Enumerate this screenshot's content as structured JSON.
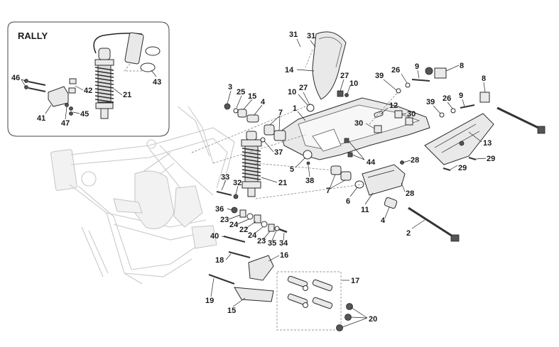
{
  "inset": {
    "title": "RALLY"
  },
  "callouts": [
    {
      "id": "c31a",
      "text": "31"
    },
    {
      "id": "c31b",
      "text": "31"
    },
    {
      "id": "c14",
      "text": "14"
    },
    {
      "id": "c27a",
      "text": "27"
    },
    {
      "id": "c10a",
      "text": "10"
    },
    {
      "id": "c10b",
      "text": "10"
    },
    {
      "id": "c27b",
      "text": "27"
    },
    {
      "id": "c1",
      "text": "1"
    },
    {
      "id": "c39a",
      "text": "39"
    },
    {
      "id": "c26a",
      "text": "26"
    },
    {
      "id": "c9a",
      "text": "9"
    },
    {
      "id": "c8a",
      "text": "8"
    },
    {
      "id": "c8b",
      "text": "8"
    },
    {
      "id": "c39b",
      "text": "39"
    },
    {
      "id": "c26b",
      "text": "26"
    },
    {
      "id": "c9b",
      "text": "9"
    },
    {
      "id": "c12",
      "text": "12"
    },
    {
      "id": "c30a",
      "text": "30"
    },
    {
      "id": "c30b",
      "text": "30"
    },
    {
      "id": "c13",
      "text": "13"
    },
    {
      "id": "c29a",
      "text": "29"
    },
    {
      "id": "c29b",
      "text": "29"
    },
    {
      "id": "c44",
      "text": "44"
    },
    {
      "id": "c28a",
      "text": "28"
    },
    {
      "id": "c28b",
      "text": "28"
    },
    {
      "id": "c3",
      "text": "3"
    },
    {
      "id": "c25",
      "text": "25"
    },
    {
      "id": "c15a",
      "text": "15"
    },
    {
      "id": "c4a",
      "text": "4"
    },
    {
      "id": "c7a",
      "text": "7"
    },
    {
      "id": "c37",
      "text": "37"
    },
    {
      "id": "c5",
      "text": "5"
    },
    {
      "id": "c38",
      "text": "38"
    },
    {
      "id": "c7b",
      "text": "7"
    },
    {
      "id": "c6",
      "text": "6"
    },
    {
      "id": "c11",
      "text": "11"
    },
    {
      "id": "c4b",
      "text": "4"
    },
    {
      "id": "c2",
      "text": "2"
    },
    {
      "id": "c33",
      "text": "33"
    },
    {
      "id": "c32",
      "text": "32"
    },
    {
      "id": "c21b",
      "text": "21"
    },
    {
      "id": "c36",
      "text": "36"
    },
    {
      "id": "c23a",
      "text": "23"
    },
    {
      "id": "c24a",
      "text": "24"
    },
    {
      "id": "c22",
      "text": "22"
    },
    {
      "id": "c24b",
      "text": "24"
    },
    {
      "id": "c23b",
      "text": "23"
    },
    {
      "id": "c35",
      "text": "35"
    },
    {
      "id": "c34",
      "text": "34"
    },
    {
      "id": "c40",
      "text": "40"
    },
    {
      "id": "c18",
      "text": "18"
    },
    {
      "id": "c16",
      "text": "16"
    },
    {
      "id": "c17",
      "text": "17"
    },
    {
      "id": "c19",
      "text": "19"
    },
    {
      "id": "c15b",
      "text": "15"
    },
    {
      "id": "c20",
      "text": "20"
    },
    {
      "id": "c46",
      "text": "46"
    },
    {
      "id": "c42",
      "text": "42"
    },
    {
      "id": "c21a",
      "text": "21"
    },
    {
      "id": "c43",
      "text": "43"
    },
    {
      "id": "c41",
      "text": "41"
    },
    {
      "id": "c47",
      "text": "47"
    },
    {
      "id": "c45",
      "text": "45"
    }
  ]
}
